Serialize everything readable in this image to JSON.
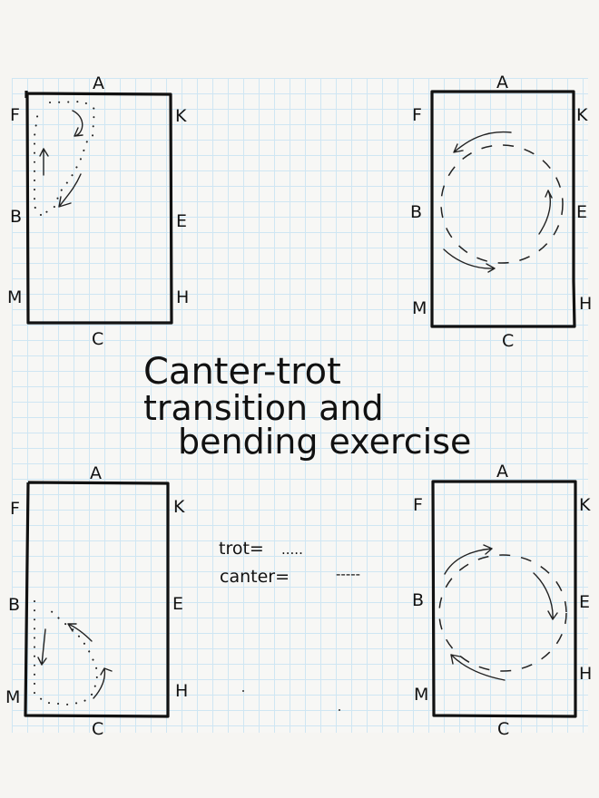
{
  "title": {
    "line1": "Canter-trot",
    "line2": "transition and",
    "line3": "bending exercise"
  },
  "legend": {
    "trot_label": "trot=",
    "trot_symbol": ".....",
    "canter_label": "canter=",
    "canter_symbol": "-----"
  },
  "arenas": [
    {
      "position": "top-left",
      "pattern": "trot teardrop from F toward B",
      "letters": {
        "top": "A",
        "bottom": "C",
        "left": [
          "F",
          "B",
          "M"
        ],
        "right": [
          "K",
          "E",
          "H"
        ]
      }
    },
    {
      "position": "top-right",
      "pattern": "canter circle, counter-clockwise arrows",
      "letters": {
        "top": "A",
        "bottom": "C",
        "left": [
          "F",
          "B",
          "M"
        ],
        "right": [
          "K",
          "E",
          "H"
        ]
      }
    },
    {
      "position": "bottom-left",
      "pattern": "trot teardrop from B toward M",
      "letters": {
        "top": "A",
        "bottom": "C",
        "left": [
          "F",
          "B",
          "M"
        ],
        "right": [
          "K",
          "E",
          "H"
        ]
      }
    },
    {
      "position": "bottom-right",
      "pattern": "canter circle, clockwise arrows",
      "letters": {
        "top": "A",
        "bottom": "C",
        "left": [
          "F",
          "B",
          "M"
        ],
        "right": [
          "K",
          "E",
          "H"
        ]
      }
    }
  ],
  "colors": {
    "paper": "#f6f5f2",
    "grid": "#cfe6f3",
    "ink": "#111111"
  }
}
